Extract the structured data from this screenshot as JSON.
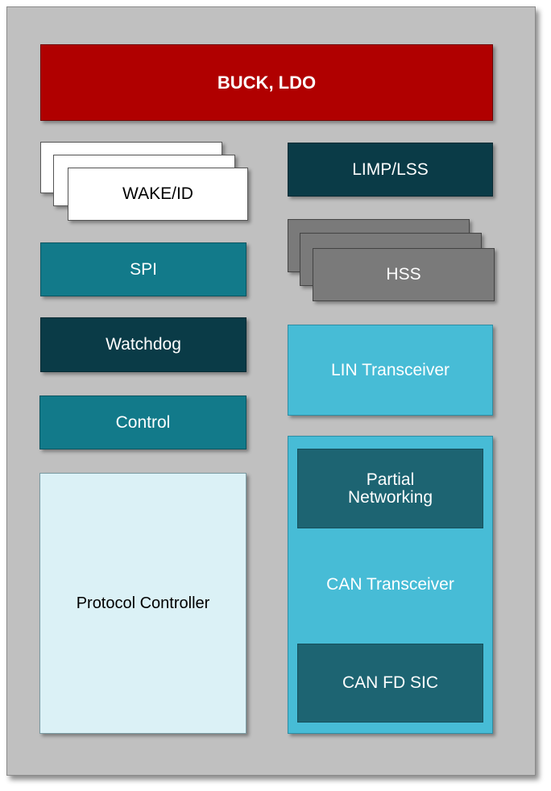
{
  "blocks": {
    "buck_ldo": "BUCK, LDO",
    "wake_id": "WAKE/ID",
    "limp_lss": "LIMP/LSS",
    "spi": "SPI",
    "hss": "HSS",
    "watchdog": "Watchdog",
    "lin_transceiver": "LIN Transceiver",
    "control": "Control",
    "protocol_controller": "Protocol Controller",
    "partial_networking_line1": "Partial",
    "partial_networking_line2": "Networking",
    "can_transceiver": "CAN Transceiver",
    "can_fd_sic": "CAN FD SIC"
  },
  "colors": {
    "chip_background": "#c0c0c0",
    "power_red": "#b00000",
    "dark_teal": "#0a3b47",
    "teal": "#127a8a",
    "cyan": "#47bcd6",
    "pale_cyan": "#dbf1f6",
    "grey": "#7a7a7a",
    "white": "#ffffff"
  }
}
